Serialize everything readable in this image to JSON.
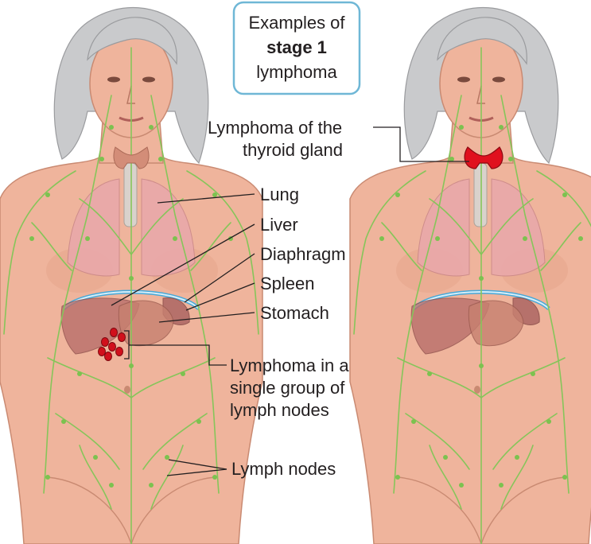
{
  "title_box": {
    "line1": "Examples of",
    "line2_bold": "stage 1",
    "line3": "lymphoma"
  },
  "labels": {
    "thyroid_line1": "Lymphoma of the",
    "thyroid_line2": "thyroid gland",
    "lung": "Lung",
    "liver": "Liver",
    "diaphragm": "Diaphragm",
    "spleen": "Spleen",
    "stomach": "Stomach",
    "single_group_line1": "Lymphoma in a",
    "single_group_line2": "single group of",
    "single_group_line3": "lymph nodes",
    "lymph_nodes": "Lymph nodes"
  },
  "colors": {
    "lymph_vessels": "#86c55a",
    "tumor": "#e0101e",
    "diaphragm": "#46a8d8",
    "title_border": "#6fb7d6"
  }
}
